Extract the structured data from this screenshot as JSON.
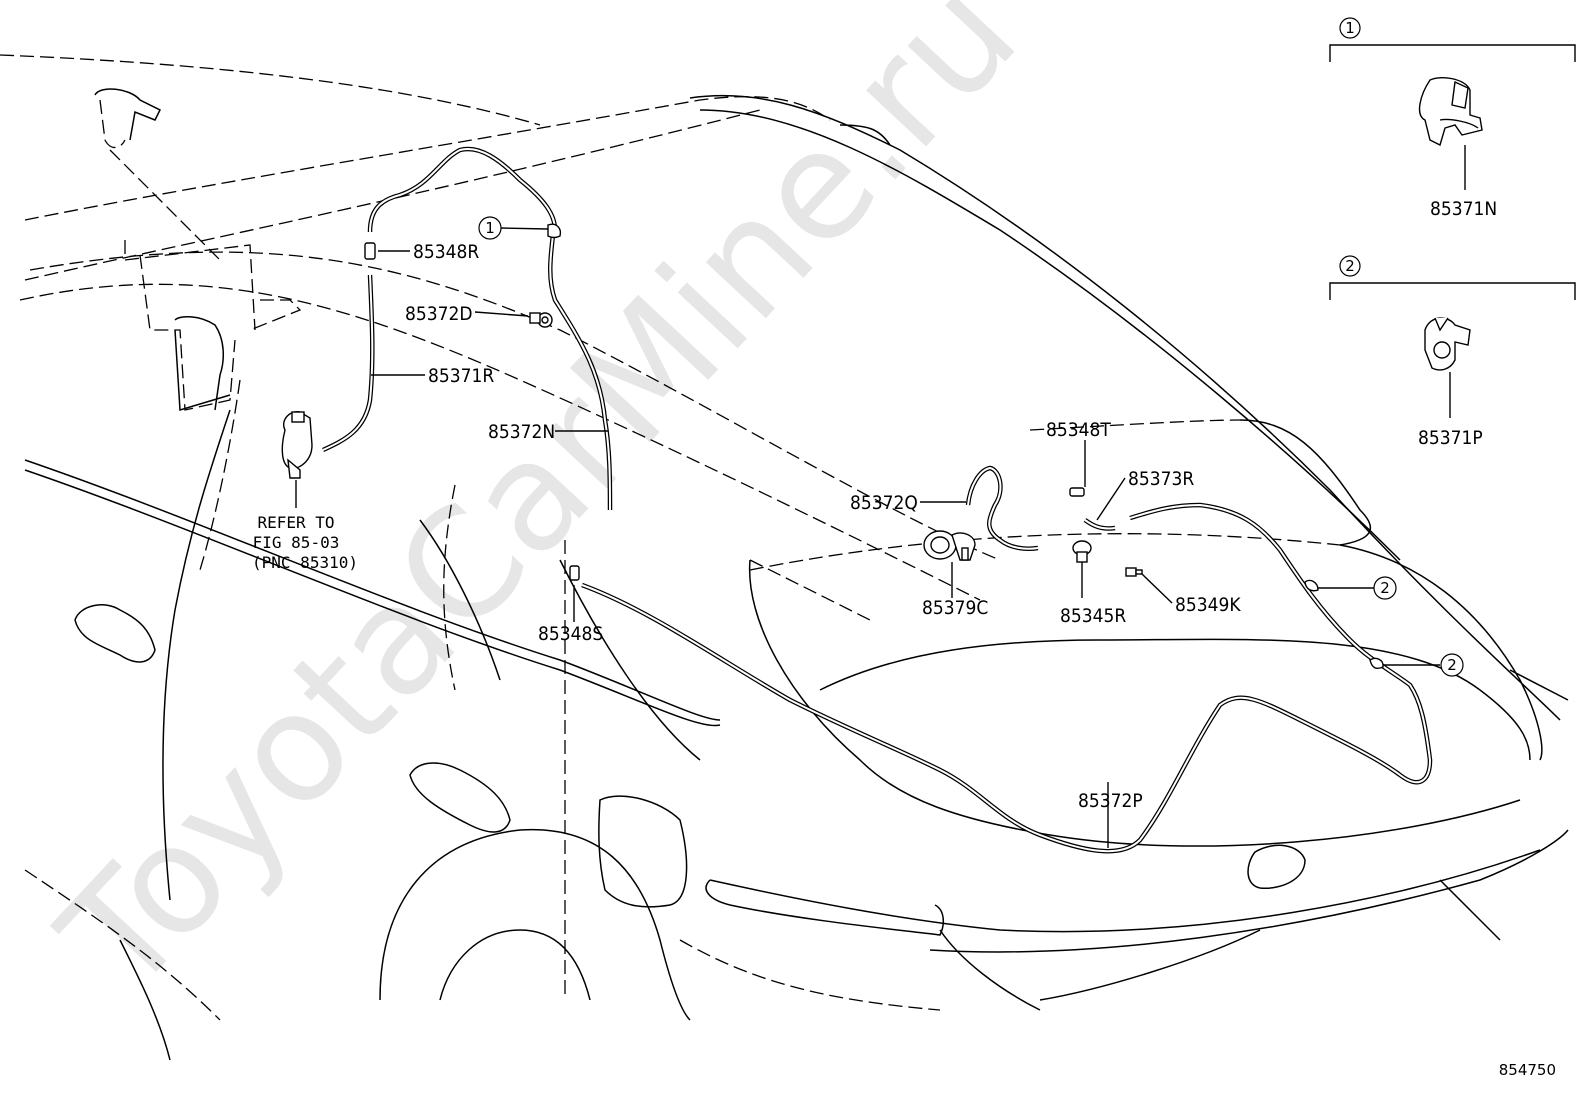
{
  "watermark": "ToyotaCarMine.ru",
  "reference_number": "854750",
  "callouts": [
    {
      "id": "callout-1-top",
      "number": "1"
    },
    {
      "id": "callout-2-top",
      "number": "2"
    },
    {
      "id": "callout-1-hose",
      "number": "1"
    },
    {
      "id": "callout-2-upper",
      "number": "2"
    },
    {
      "id": "callout-2-lower",
      "number": "2"
    }
  ],
  "part_labels": {
    "p85371N": "85371N",
    "p85371P": "85371P",
    "p85348R": "85348R",
    "p85372D": "85372D",
    "p85371R": "85371R",
    "p85372N": "85372N",
    "p85348S": "85348S",
    "p85348T": "85348T",
    "p85373R": "85373R",
    "p85372Q": "85372Q",
    "p85379C": "85379C",
    "p85345R": "85345R",
    "p85349K": "85349K",
    "p85372P": "85372P"
  },
  "refer_note": {
    "line1": "REFER TO",
    "line2": "FIG 85-03",
    "line3": "(PNC 85310)"
  }
}
